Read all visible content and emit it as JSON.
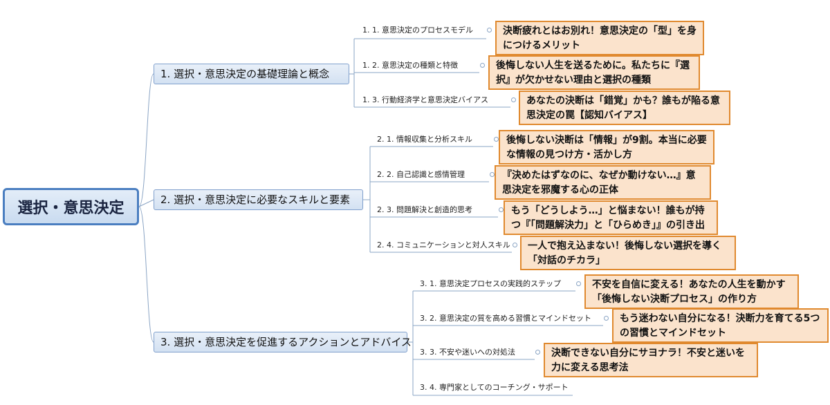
{
  "root": {
    "label": "選択・意思決定"
  },
  "categories": [
    {
      "label": "1. 選択・意思決定の基礎理論と概念",
      "subtopics": [
        {
          "label": "1. 1. 意思決定のプロセスモデル",
          "note": "決断疲れとはお別れ！意思決定の「型」を身につけるメリット"
        },
        {
          "label": "1. 2. 意思決定の種類と特徴",
          "note": "後悔しない人生を送るために。私たちに『選択』が欠かせない理由と選択の種類"
        },
        {
          "label": "1. 3. 行動経済学と意思決定バイアス",
          "note": "あなたの決断は「錯覚」かも？誰もが陥る意思決定の罠【認知バイアス】"
        }
      ]
    },
    {
      "label": "2. 選択・意思決定に必要なスキルと要素",
      "subtopics": [
        {
          "label": "2. 1. 情報収集と分析スキル",
          "note": "後悔しない決断は「情報」が9割。本当に必要な情報の見つけ方・活かし方"
        },
        {
          "label": "2. 2. 自己認識と感情管理",
          "note": "『決めたはずなのに、なぜか動けない…』意思決定を邪魔する心の正体"
        },
        {
          "label": "2. 3. 問題解決と創造的思考",
          "note": "もう「どうしよう…」と悩まない！誰もが持つ『「問題解決力」と「ひらめき」』の引き出し方"
        },
        {
          "label": "2. 4. コミュニケーションと対人スキル",
          "note": "一人で抱え込まない！後悔しない選択を導く「対話のチカラ」"
        }
      ]
    },
    {
      "label": "3. 選択・意思決定を促進するアクションとアドバイス",
      "subtopics": [
        {
          "label": "3. 1. 意思決定プロセスの実践的ステップ",
          "note": "不安を自信に変える！あなたの人生を動かす「後悔しない決断プロセス」の作り方"
        },
        {
          "label": "3. 2. 意思決定の質を高める習慣とマインドセット",
          "note": "もう迷わない自分になる！決断力を育てる5つの習慣とマインドセット"
        },
        {
          "label": "3. 3. 不安や迷いへの対処法",
          "note": "決断できない自分にサヨナラ！不安と迷いを力に変える思考法"
        },
        {
          "label": "3. 4. 専門家としてのコーチング・サポート",
          "note": ""
        }
      ]
    }
  ],
  "colors": {
    "note_border": "#e0892e",
    "note_fill": "#fbe3cc",
    "topic_border": "#7f9fcc",
    "root_border": "#4a7ec0",
    "connector": "#8aa4c4"
  }
}
